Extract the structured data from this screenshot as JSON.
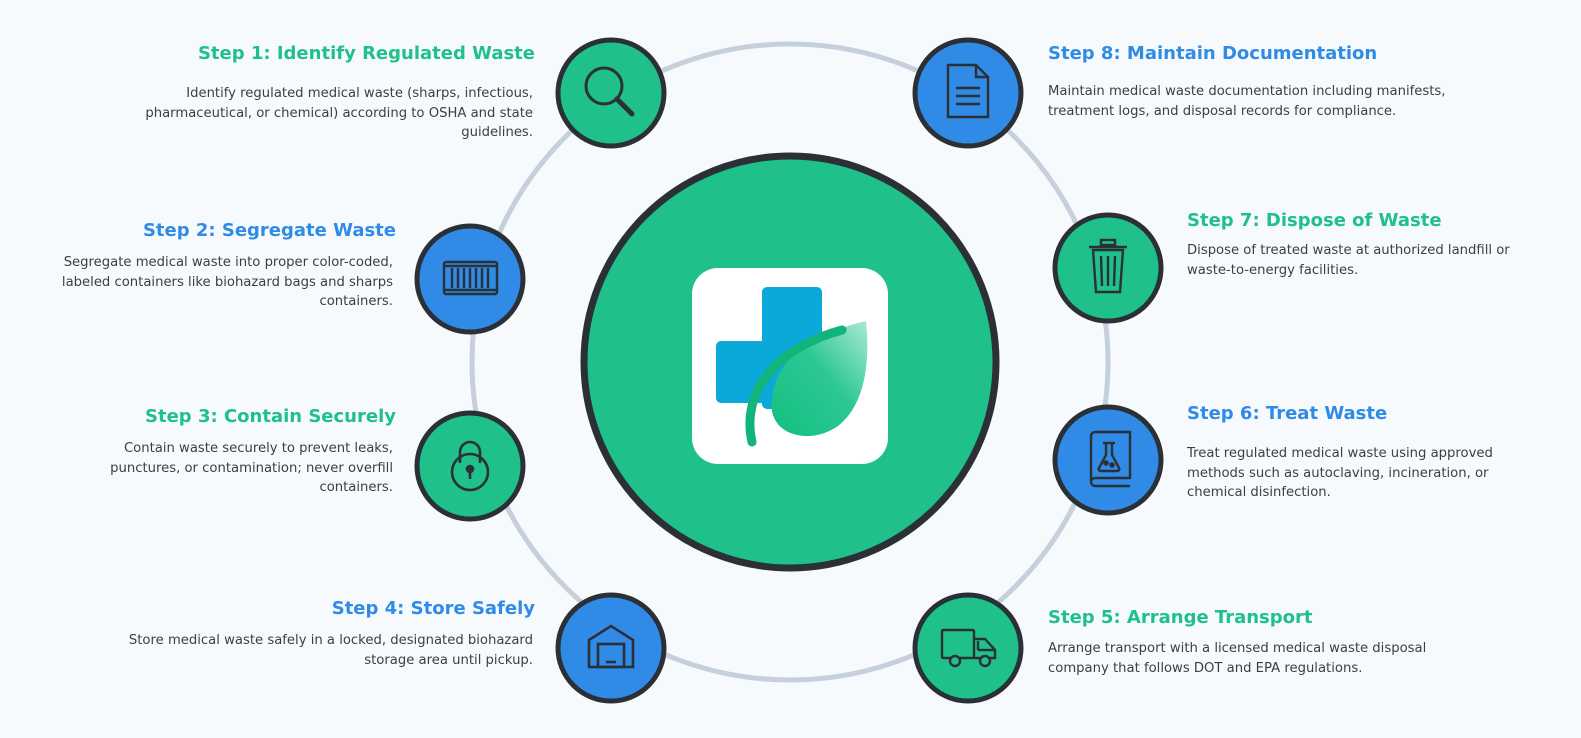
{
  "colors": {
    "green": "#1fc08a",
    "blue": "#2f8be6",
    "ring": "#c6cfdc",
    "outline": "#2b2f36",
    "background": "#f7fafc"
  },
  "center": {
    "logo": "medical-cross-leaf-logo"
  },
  "steps": [
    {
      "title": "Step 1: Identify Regulated Waste",
      "description": "Identify regulated medical waste (sharps, infectious, pharmaceutical, or chemical) according to OSHA and state guidelines.",
      "color": "green",
      "icon": "magnifier-icon"
    },
    {
      "title": "Step 2: Segregate Waste",
      "description": "Segregate medical waste into proper color-coded, labeled containers like biohazard bags and sharps containers.",
      "color": "blue",
      "icon": "container-icon"
    },
    {
      "title": "Step 3: Contain Securely",
      "description": "Contain waste securely to prevent leaks, punctures, or contamination; never overfill containers.",
      "color": "green",
      "icon": "padlock-icon"
    },
    {
      "title": "Step 4: Store Safely",
      "description": "Store medical waste safely in a locked, designated biohazard storage area until pickup.",
      "color": "blue",
      "icon": "warehouse-icon"
    },
    {
      "title": "Step 5: Arrange Transport",
      "description": "Arrange transport with a licensed medical waste disposal company that follows DOT and EPA regulations.",
      "color": "green",
      "icon": "truck-icon"
    },
    {
      "title": "Step 6: Treat Waste",
      "description": "Treat regulated medical waste using approved methods such as autoclaving, incineration, or chemical disinfection.",
      "color": "blue",
      "icon": "lab-book-icon"
    },
    {
      "title": "Step 7: Dispose of Waste",
      "description": "Dispose of treated waste at authorized landfill or waste-to-energy facilities.",
      "color": "green",
      "icon": "trash-can-icon"
    },
    {
      "title": "Step 8: Maintain Documentation",
      "description": "Maintain medical waste documentation including manifests, treatment logs, and disposal records for compliance.",
      "color": "blue",
      "icon": "document-icon"
    }
  ]
}
